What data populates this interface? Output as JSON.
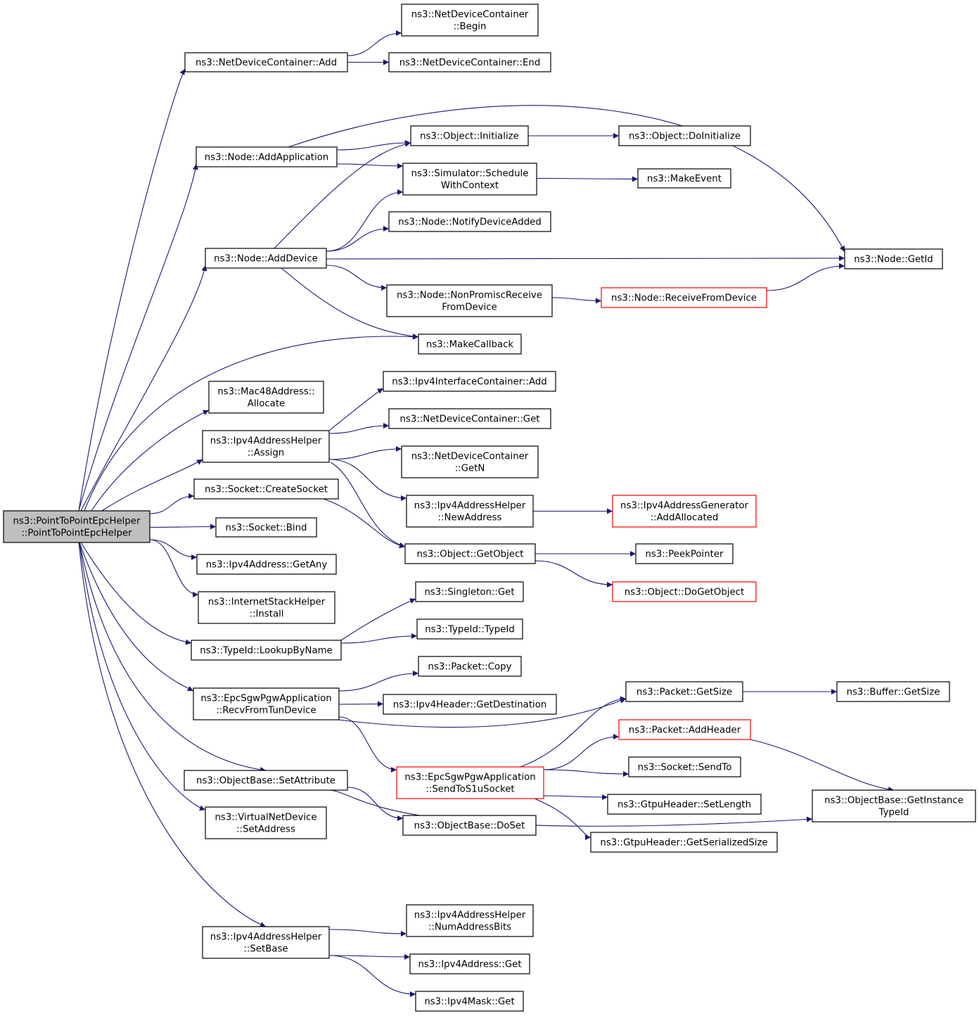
{
  "diagram": {
    "title": "",
    "nodes": [
      {
        "id": "root",
        "lines": [
          "ns3::PointToPointEpcHelper",
          "::PointToPointEpcHelper"
        ],
        "style": "root"
      },
      {
        "id": "ndc_add",
        "lines": [
          "ns3::NetDeviceContainer::Add"
        ]
      },
      {
        "id": "ndc_begin",
        "lines": [
          "ns3::NetDeviceContainer",
          "::Begin"
        ]
      },
      {
        "id": "ndc_end",
        "lines": [
          "ns3::NetDeviceContainer::End"
        ]
      },
      {
        "id": "node_addapp",
        "lines": [
          "ns3::Node::AddApplication"
        ]
      },
      {
        "id": "obj_init",
        "lines": [
          "ns3::Object::Initialize"
        ]
      },
      {
        "id": "obj_doinit",
        "lines": [
          "ns3::Object::DoInitialize"
        ]
      },
      {
        "id": "sim_sched",
        "lines": [
          "ns3::Simulator::Schedule",
          "WithContext"
        ]
      },
      {
        "id": "make_event",
        "lines": [
          "ns3::MakeEvent"
        ]
      },
      {
        "id": "node_notify",
        "lines": [
          "ns3::Node::NotifyDeviceAdded"
        ]
      },
      {
        "id": "node_adddev",
        "lines": [
          "ns3::Node::AddDevice"
        ]
      },
      {
        "id": "node_getid",
        "lines": [
          "ns3::Node::GetId"
        ]
      },
      {
        "id": "node_nonprom",
        "lines": [
          "ns3::Node::NonPromiscReceive",
          "FromDevice"
        ]
      },
      {
        "id": "node_recv",
        "lines": [
          "ns3::Node::ReceiveFromDevice"
        ],
        "style": "red"
      },
      {
        "id": "make_cb",
        "lines": [
          "ns3::MakeCallback"
        ]
      },
      {
        "id": "mac48_alloc",
        "lines": [
          "ns3::Mac48Address::",
          "Allocate"
        ]
      },
      {
        "id": "ipv4ic_add",
        "lines": [
          "ns3::Ipv4InterfaceContainer::Add"
        ]
      },
      {
        "id": "ipv4ah_assign",
        "lines": [
          "ns3::Ipv4AddressHelper",
          "::Assign"
        ]
      },
      {
        "id": "ndc_get",
        "lines": [
          "ns3::NetDeviceContainer::Get"
        ]
      },
      {
        "id": "ndc_getn",
        "lines": [
          "ns3::NetDeviceContainer",
          "::GetN"
        ]
      },
      {
        "id": "sock_create",
        "lines": [
          "ns3::Socket::CreateSocket"
        ]
      },
      {
        "id": "ipv4ah_newaddr",
        "lines": [
          "ns3::Ipv4AddressHelper",
          "::NewAddress"
        ]
      },
      {
        "id": "ipv4ag_alloc",
        "lines": [
          "ns3::Ipv4AddressGenerator",
          "::AddAllocated"
        ],
        "style": "red"
      },
      {
        "id": "sock_bind",
        "lines": [
          "ns3::Socket::Bind"
        ]
      },
      {
        "id": "obj_getobj",
        "lines": [
          "ns3::Object::GetObject"
        ]
      },
      {
        "id": "peek_ptr",
        "lines": [
          "ns3::PeekPointer"
        ]
      },
      {
        "id": "ipv4a_getany",
        "lines": [
          "ns3::Ipv4Address::GetAny"
        ]
      },
      {
        "id": "obj_dogetobj",
        "lines": [
          "ns3::Object::DoGetObject"
        ],
        "style": "red"
      },
      {
        "id": "ish_install",
        "lines": [
          "ns3::InternetStackHelper",
          "::Install"
        ]
      },
      {
        "id": "singleton_get",
        "lines": [
          "ns3::Singleton::Get"
        ]
      },
      {
        "id": "typeid_lookup",
        "lines": [
          "ns3::TypeId::LookupByName"
        ]
      },
      {
        "id": "typeid_typeid",
        "lines": [
          "ns3::TypeId::TypeId"
        ]
      },
      {
        "id": "pkt_copy",
        "lines": [
          "ns3::Packet::Copy"
        ]
      },
      {
        "id": "epc_recv",
        "lines": [
          "ns3::EpcSgwPgwApplication",
          "::RecvFromTunDevice"
        ]
      },
      {
        "id": "pkt_getsize",
        "lines": [
          "ns3::Packet::GetSize"
        ]
      },
      {
        "id": "buf_getsize",
        "lines": [
          "ns3::Buffer::GetSize"
        ]
      },
      {
        "id": "ipv4h_getdest",
        "lines": [
          "ns3::Ipv4Header::GetDestination"
        ]
      },
      {
        "id": "pkt_addheader",
        "lines": [
          "ns3::Packet::AddHeader"
        ],
        "style": "red"
      },
      {
        "id": "socket_sendto",
        "lines": [
          "ns3::Socket::SendTo"
        ]
      },
      {
        "id": "epc_send",
        "lines": [
          "ns3::EpcSgwPgwApplication",
          "::SendToS1uSocket"
        ],
        "style": "red"
      },
      {
        "id": "objbase_setattr",
        "lines": [
          "ns3::ObjectBase::SetAttribute"
        ]
      },
      {
        "id": "gtpu_setlen",
        "lines": [
          "ns3::GtpuHeader::SetLength"
        ]
      },
      {
        "id": "objbase_getinst",
        "lines": [
          "ns3::ObjectBase::GetInstance",
          "TypeId"
        ]
      },
      {
        "id": "vnd_setaddr",
        "lines": [
          "ns3::VirtualNetDevice",
          "::SetAddress"
        ]
      },
      {
        "id": "objbase_doset",
        "lines": [
          "ns3::ObjectBase::DoSet"
        ]
      },
      {
        "id": "gtpu_getser",
        "lines": [
          "ns3::GtpuHeader::GetSerializedSize"
        ]
      },
      {
        "id": "ipv4ah_numbits",
        "lines": [
          "ns3::Ipv4AddressHelper",
          "::NumAddressBits"
        ]
      },
      {
        "id": "ipv4ah_setbase",
        "lines": [
          "ns3::Ipv4AddressHelper",
          "::SetBase"
        ]
      },
      {
        "id": "ipv4a_get",
        "lines": [
          "ns3::Ipv4Address::Get"
        ]
      },
      {
        "id": "ipv4m_get",
        "lines": [
          "ns3::Ipv4Mask::Get"
        ]
      }
    ],
    "edges": [
      [
        "root",
        "ndc_add"
      ],
      [
        "ndc_add",
        "ndc_begin"
      ],
      [
        "ndc_add",
        "ndc_end"
      ],
      [
        "root",
        "node_addapp"
      ],
      [
        "node_addapp",
        "obj_init"
      ],
      [
        "node_addapp",
        "sim_sched"
      ],
      [
        "node_addapp",
        "node_getid"
      ],
      [
        "obj_init",
        "obj_doinit"
      ],
      [
        "sim_sched",
        "make_event"
      ],
      [
        "root",
        "node_adddev"
      ],
      [
        "node_adddev",
        "obj_init"
      ],
      [
        "node_adddev",
        "sim_sched"
      ],
      [
        "node_adddev",
        "node_notify"
      ],
      [
        "node_adddev",
        "node_getid"
      ],
      [
        "node_adddev",
        "node_nonprom"
      ],
      [
        "node_adddev",
        "make_cb"
      ],
      [
        "node_nonprom",
        "node_recv"
      ],
      [
        "node_recv",
        "node_getid"
      ],
      [
        "root",
        "make_cb"
      ],
      [
        "root",
        "mac48_alloc"
      ],
      [
        "root",
        "ipv4ah_assign"
      ],
      [
        "ipv4ah_assign",
        "ipv4ic_add"
      ],
      [
        "ipv4ah_assign",
        "ndc_get"
      ],
      [
        "ipv4ah_assign",
        "ndc_getn"
      ],
      [
        "ipv4ah_assign",
        "ipv4ah_newaddr"
      ],
      [
        "ipv4ah_assign",
        "obj_getobj"
      ],
      [
        "ipv4ah_newaddr",
        "ipv4ag_alloc"
      ],
      [
        "root",
        "sock_create"
      ],
      [
        "sock_create",
        "obj_getobj"
      ],
      [
        "obj_getobj",
        "peek_ptr"
      ],
      [
        "obj_getobj",
        "obj_dogetobj"
      ],
      [
        "root",
        "sock_bind"
      ],
      [
        "root",
        "ipv4a_getany"
      ],
      [
        "root",
        "ish_install"
      ],
      [
        "root",
        "typeid_lookup"
      ],
      [
        "typeid_lookup",
        "singleton_get"
      ],
      [
        "typeid_lookup",
        "typeid_typeid"
      ],
      [
        "root",
        "epc_recv"
      ],
      [
        "epc_recv",
        "pkt_copy"
      ],
      [
        "epc_recv",
        "ipv4h_getdest"
      ],
      [
        "epc_recv",
        "pkt_getsize"
      ],
      [
        "epc_recv",
        "epc_send"
      ],
      [
        "pkt_getsize",
        "buf_getsize"
      ],
      [
        "epc_send",
        "pkt_getsize"
      ],
      [
        "epc_send",
        "pkt_addheader"
      ],
      [
        "epc_send",
        "socket_sendto"
      ],
      [
        "epc_send",
        "gtpu_setlen"
      ],
      [
        "epc_send",
        "gtpu_getser"
      ],
      [
        "pkt_addheader",
        "objbase_getinst"
      ],
      [
        "root",
        "objbase_setattr"
      ],
      [
        "objbase_setattr",
        "objbase_doset"
      ],
      [
        "objbase_setattr",
        "objbase_getinst"
      ],
      [
        "root",
        "vnd_setaddr"
      ],
      [
        "root",
        "ipv4ah_setbase"
      ],
      [
        "ipv4ah_setbase",
        "ipv4ah_numbits"
      ],
      [
        "ipv4ah_setbase",
        "ipv4a_get"
      ],
      [
        "ipv4ah_setbase",
        "ipv4m_get"
      ]
    ]
  }
}
